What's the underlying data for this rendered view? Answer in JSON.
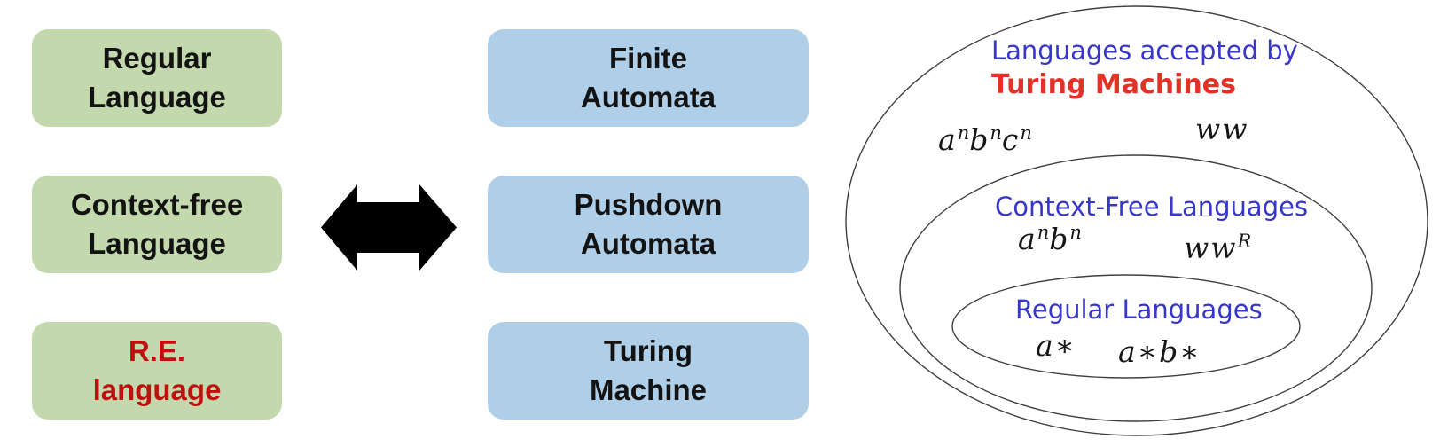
{
  "left_column": {
    "boxes": [
      {
        "line1": "Regular",
        "line2": "Language"
      },
      {
        "line1": "Context-free",
        "line2": "Language"
      },
      {
        "line1": "R.E.",
        "line2": "language"
      }
    ]
  },
  "middle_column": {
    "boxes": [
      {
        "line1": "Finite",
        "line2": "Automata"
      },
      {
        "line1": "Pushdown",
        "line2": "Automata"
      },
      {
        "line1": "Turing",
        "line2": "Machine"
      }
    ]
  },
  "arrow": {
    "type": "double-headed",
    "color": "#000000"
  },
  "venn": {
    "turing": {
      "title_line1": "Languages accepted by",
      "title_line2": "Turing Machines",
      "example1": [
        {
          "t": "a"
        },
        {
          "t": "n",
          "sup": true
        },
        {
          "t": "b"
        },
        {
          "t": "n",
          "sup": true
        },
        {
          "t": "c"
        },
        {
          "t": "n",
          "sup": true
        }
      ],
      "example2": [
        {
          "t": "ww"
        }
      ]
    },
    "context_free": {
      "title": "Context-Free Languages",
      "example1": [
        {
          "t": "a"
        },
        {
          "t": "n",
          "sup": true
        },
        {
          "t": "b"
        },
        {
          "t": "n",
          "sup": true
        }
      ],
      "example2": [
        {
          "t": "ww"
        },
        {
          "t": "R",
          "sup": true
        }
      ]
    },
    "regular": {
      "title": "Regular Languages",
      "example1": [
        {
          "t": "a∗"
        }
      ],
      "example2": [
        {
          "t": "a∗b∗"
        }
      ]
    }
  },
  "colors": {
    "green_box": "#c3d8ac",
    "blue_box": "#afcfe9",
    "box_text": "#131313",
    "emphasis_red": "#bf0f0f",
    "venn_label_blue": "#3737cb",
    "venn_label_red": "#e23228",
    "ellipse_stroke": "#3f3f3f",
    "arrow_black": "#000000"
  }
}
